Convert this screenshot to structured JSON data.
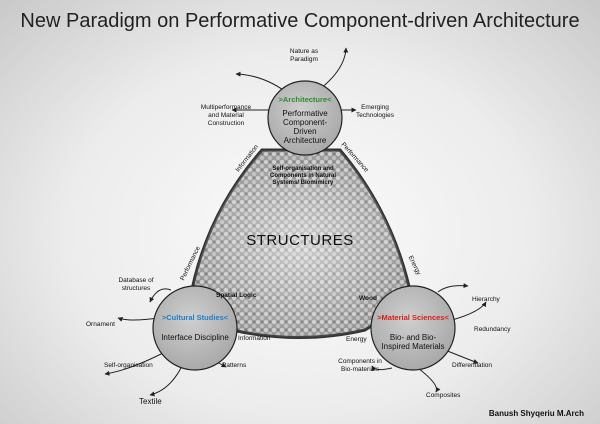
{
  "title": "New Paradigm on Performative Component-driven Architecture",
  "center": "STRUCTURES",
  "inner_note": "Self-organisation and Components in Natural Systems/ Biomimicry",
  "nodes": {
    "architecture": {
      "header": ">Architecture<",
      "header_color": "#2e8b2e",
      "label": "Performative Component-Driven Architecture"
    },
    "cultural": {
      "header": ">Cultural Studies<",
      "header_color": "#1e7fc8",
      "label": "Interface Discipline"
    },
    "material": {
      "header": ">Material Sciences<",
      "header_color": "#d81e1e",
      "label": "Bio- and Bio-Inspired Materials"
    }
  },
  "edges": {
    "top_left": "Information",
    "top_right": "Performance",
    "left_lower": "Performance",
    "right_lower": "Energy",
    "bottom_left": "Information",
    "bottom_right": "Energy"
  },
  "spokes": {
    "nature": "Nature as Paradigm",
    "multiperformance": "Multiperformance and Material Construction",
    "emerging": "Emerging Technologies",
    "database": "Database of structures",
    "spatial": "Spatial Logic",
    "ornament": "Ornament",
    "self_org": "Self-organisation",
    "patterns": "Patterns",
    "textile": "Textile",
    "wood": "Wood",
    "hierarchy": "Hierarchy",
    "redundancy": "Redundancy",
    "components_bio": "Components in Bio-materials",
    "differentiation": "Differentiation",
    "composites": "Composites"
  },
  "footer": "Banush Shyqeriu M.Arch",
  "colors": {
    "node_fill": "#b9b9b9",
    "triangle_fill": "#9a9a9a",
    "title": "#222222"
  }
}
